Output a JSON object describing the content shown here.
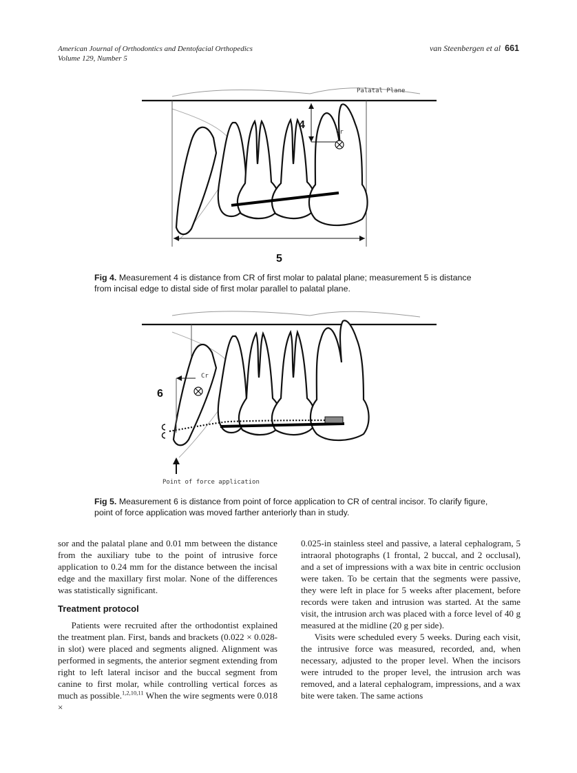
{
  "header": {
    "journal": "American Journal of Orthodontics and Dentofacial Orthopedics",
    "volume": "Volume 129, Number 5",
    "authors": "van Steenbergen et al",
    "page_number": "661"
  },
  "fig4": {
    "label_palatal": "Palatal Plane",
    "label_cr": "Cr",
    "label_measure_4": "4",
    "label_measure_5": "5",
    "caption_label": "Fig 4.",
    "caption_text": "Measurement 4 is distance from CR of first molar to palatal plane; measurement 5 is distance from incisal edge to distal side of first molar parallel to palatal plane."
  },
  "fig5": {
    "label_cr": "Cr",
    "label_measure_6": "6",
    "label_force": "Point of force application",
    "caption_label": "Fig 5.",
    "caption_text": "Measurement 6 is distance from point of force application to CR of central incisor. To clarify figure, point of force application was moved farther anteriorly than in study."
  },
  "left_column": {
    "para1": "sor and the palatal plane and 0.01 mm between the distance from the auxiliary tube to the point of intrusive force application to 0.24 mm for the distance between the incisal edge and the maxillary first molar. None of the differences was statistically significant.",
    "heading": "Treatment protocol",
    "para2": "Patients were recruited after the orthodontist explained the treatment plan. First, bands and brackets (0.022 × 0.028-in slot) were placed and segments aligned. Alignment was performed in segments, the anterior segment extending from right to left lateral incisor and the buccal segment from canine to first molar, while controlling vertical forces as much as possible.",
    "para2_refs": "1,2,10,11",
    "para2_tail": " When the wire segments were 0.018 ×"
  },
  "right_column": {
    "para1": "0.025-in stainless steel and passive, a lateral cephalogram, 5 intraoral photographs (1 frontal, 2 buccal, and 2 occlusal), and a set of impressions with a wax bite in centric occlusion were taken. To be certain that the segments were passive, they were left in place for 5 weeks after placement, before records were taken and intrusion was started. At the same visit, the intrusion arch was placed with a force level of 40 g measured at the midline (20 g per side).",
    "para2": "Visits were scheduled every 5 weeks. During each visit, the intrusive force was measured, recorded, and, when necessary, adjusted to the proper level. When the incisors were intruded to the proper level, the intrusion arch was removed, and a lateral cephalogram, impressions, and a wax bite were taken. The same actions"
  }
}
